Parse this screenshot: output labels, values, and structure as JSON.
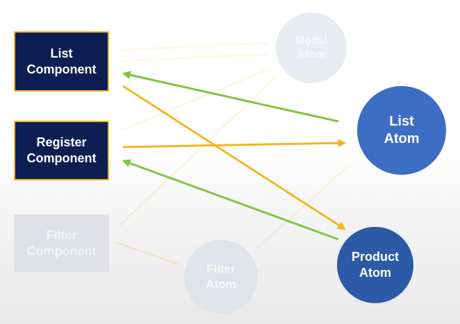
{
  "colors": {
    "component_fill": "#0d1f52",
    "component_border": "#f3b51d",
    "list_atom_fill": "#3d6ec4",
    "product_atom_fill": "#2c5aa6",
    "arrow_green": "#82c341",
    "arrow_yellow": "#f3b51d",
    "faded_fill": "#e8ebf2"
  },
  "nodes": {
    "list_component": {
      "label": "List\nComponent",
      "state": "active"
    },
    "register_component": {
      "label": "Register\nComponent",
      "state": "active"
    },
    "filter_component": {
      "label": "Filter\nComponent",
      "state": "faded"
    },
    "modal_atom": {
      "label": "Modal\nAtom",
      "state": "faded"
    },
    "list_atom": {
      "label": "List\nAtom",
      "state": "active"
    },
    "product_atom": {
      "label": "Product\nAtom",
      "state": "active"
    },
    "filter_atom": {
      "label": "Filter\nAtom",
      "state": "faded"
    }
  },
  "edges": [
    {
      "from": "list_atom",
      "to": "list_component",
      "color": "green",
      "state": "active"
    },
    {
      "from": "list_component",
      "to": "product_atom",
      "color": "yellow",
      "state": "active"
    },
    {
      "from": "register_component",
      "to": "list_atom",
      "color": "yellow",
      "state": "active"
    },
    {
      "from": "product_atom",
      "to": "register_component",
      "color": "green",
      "state": "active"
    },
    {
      "from": "modal_atom",
      "to": "list_component",
      "color": "yellow",
      "state": "faded"
    },
    {
      "from": "list_component",
      "to": "modal_atom",
      "color": "yellow",
      "state": "faded"
    },
    {
      "from": "register_component",
      "to": "modal_atom",
      "color": "yellow",
      "state": "faded"
    },
    {
      "from": "filter_component",
      "to": "modal_atom",
      "color": "yellow",
      "state": "faded"
    },
    {
      "from": "filter_component",
      "to": "filter_atom",
      "color": "yellow",
      "state": "faded"
    },
    {
      "from": "filter_atom",
      "to": "list_atom",
      "color": "yellow",
      "state": "faded"
    }
  ]
}
